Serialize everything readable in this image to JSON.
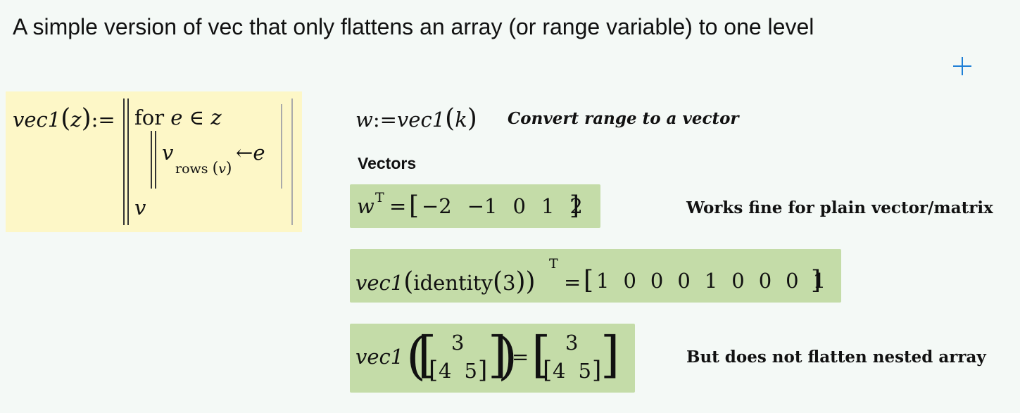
{
  "heading": "A simple version of vec that only flattens an array (or range variable) to one level",
  "definition": {
    "fname": "vec1",
    "param": "z",
    "assign": ":=",
    "for_kw": "for",
    "loop_var": "e",
    "in_sym": "∈",
    "loop_over": "z",
    "target_var": "v",
    "subscript": "rows",
    "sub_arg": "v",
    "arrow": "←",
    "value": "e",
    "return_var": "v"
  },
  "w_assignment": {
    "lhs": "w",
    "assign": ":=",
    "fname": "vec1",
    "arg": "k",
    "comment": "Convert range to a vector"
  },
  "vectors_label": "Vectors",
  "eval1": {
    "lhs": "w",
    "sup": "T",
    "eq": "=",
    "values": [
      "−2",
      "−1",
      "0",
      "1",
      "2"
    ],
    "comment": "Works fine for plain vector/matrix"
  },
  "eval2": {
    "fname": "vec1",
    "inner": "identity",
    "inner_arg": "3",
    "sup": "T",
    "eq": "=",
    "values": [
      "1",
      "0",
      "0",
      "0",
      "1",
      "0",
      "0",
      "0",
      "1"
    ]
  },
  "eval3": {
    "fname": "vec1",
    "top": "3",
    "row": [
      "4",
      "5"
    ],
    "eq": "=",
    "result_top": "3",
    "result_row": [
      "4",
      "5"
    ],
    "comment": "But does not flatten nested array"
  },
  "colors": {
    "background": "#f4f9f6",
    "definition_bg": "#fdf7c7",
    "result_bg": "#c4dca8",
    "cursor": "#1e7fd6"
  }
}
